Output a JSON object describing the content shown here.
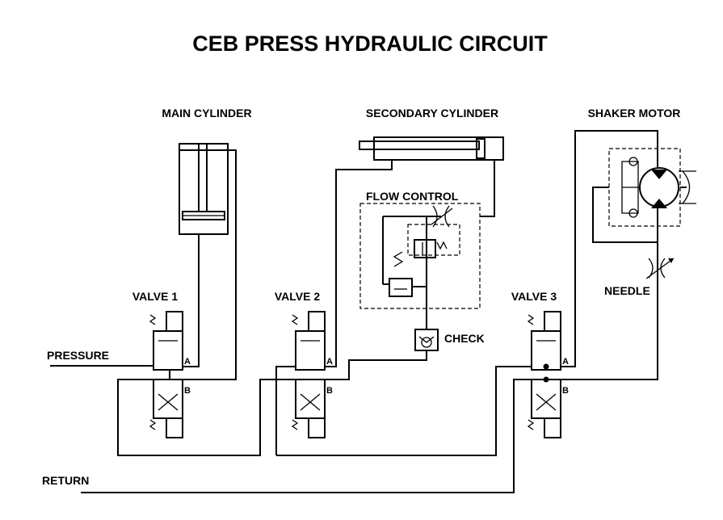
{
  "title": "CEB PRESS HYDRAULIC CIRCUIT",
  "labels": {
    "main_cylinder": "MAIN CYLINDER",
    "secondary_cylinder": "SECONDARY CYLINDER",
    "shaker_motor": "SHAKER MOTOR",
    "flow_control": "FLOW CONTROL",
    "valve1": "VALVE 1",
    "valve2": "VALVE 2",
    "valve3": "VALVE 3",
    "needle": "NEEDLE",
    "check": "CHECK",
    "pressure": "PRESSURE",
    "return": "RETURN"
  },
  "ports": {
    "a": "A",
    "b": "B"
  }
}
